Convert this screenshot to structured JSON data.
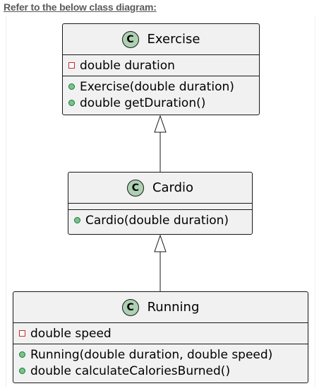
{
  "heading": "Refer to the below class diagram:",
  "classes": [
    {
      "badge": "C",
      "name": "Exercise",
      "fields": [
        {
          "visibility": "private",
          "text": "double duration"
        }
      ],
      "methods": [
        {
          "visibility": "public",
          "text": "Exercise(double duration)"
        },
        {
          "visibility": "public",
          "text": "double getDuration()"
        }
      ]
    },
    {
      "badge": "C",
      "name": "Cardio",
      "fields": [],
      "methods": [
        {
          "visibility": "public",
          "text": "Cardio(double duration)"
        }
      ]
    },
    {
      "badge": "C",
      "name": "Running",
      "fields": [
        {
          "visibility": "private",
          "text": "double speed"
        }
      ],
      "methods": [
        {
          "visibility": "public",
          "text": "Running(double duration, double speed)"
        },
        {
          "visibility": "public",
          "text": "double calculateCaloriesBurned()"
        }
      ]
    }
  ],
  "relations": [
    {
      "type": "inheritance",
      "from": "Cardio",
      "to": "Exercise"
    },
    {
      "type": "inheritance",
      "from": "Running",
      "to": "Cardio"
    }
  ],
  "colors": {
    "class_fill": "#f1f1f1",
    "border": "#181818",
    "badge_fill": "#add1b2",
    "private_marker": "#c82930",
    "public_marker": "#84be84"
  }
}
